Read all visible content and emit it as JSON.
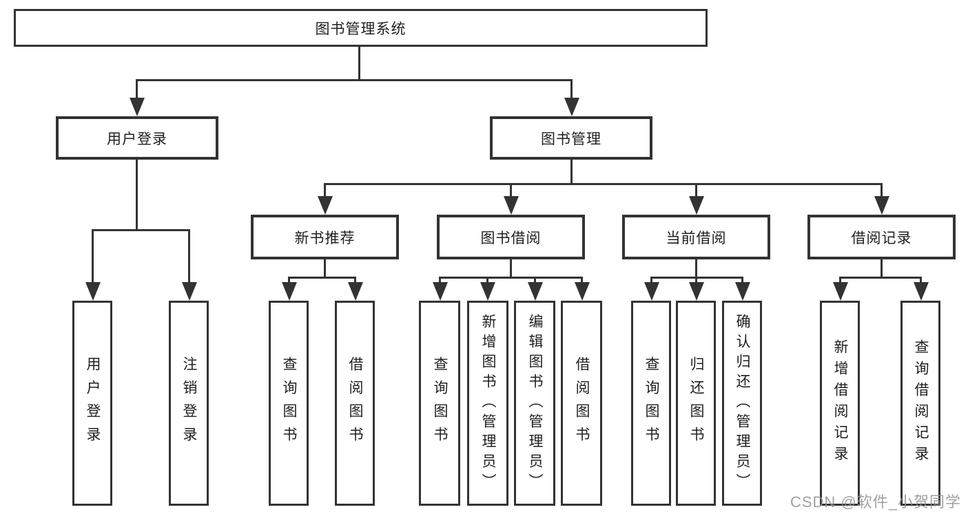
{
  "nodes": {
    "root": "图书管理系统",
    "user_login": "用户登录",
    "book_mgmt": "图书管理",
    "login_action": "用户登录",
    "logout_action": "注销登录",
    "new_book_rec": "新书推荐",
    "book_borrow": "图书借阅",
    "current_borrow": "当前借阅",
    "borrow_record": "借阅记录",
    "rec_query_books": "查询图书",
    "rec_borrow_books": "借阅图书",
    "bb_query_books": "查询图书",
    "bb_add_books": "新增图书（管理员）",
    "bb_edit_books": "编辑图书（管理员）",
    "bb_borrow_books": "借阅图书",
    "cb_query_books": "查询图书",
    "cb_return_books": "归还图书",
    "cb_confirm_return": "确认归还（管理员）",
    "br_add_record": "新增借阅记录",
    "br_query_record": "查询借阅记录"
  },
  "watermark": "CSDN @软件_小贺同学",
  "colors": {
    "line": "#333333",
    "text": "#1f1f1f",
    "background": "#ffffff",
    "watermark": "#919191"
  }
}
